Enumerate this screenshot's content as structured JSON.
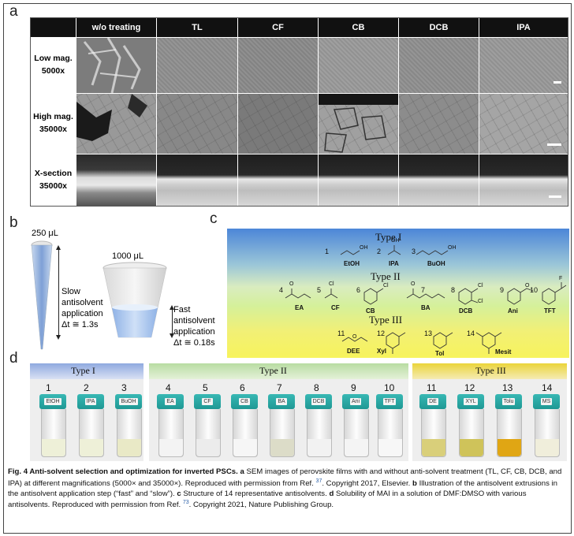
{
  "figure": {
    "panel_letters": [
      "a",
      "b",
      "c",
      "d"
    ]
  },
  "panel_a": {
    "columns": [
      "w/o treating",
      "TL",
      "CF",
      "CB",
      "DCB",
      "IPA"
    ],
    "rows": [
      {
        "line1": "Low mag.",
        "line2": "5000x"
      },
      {
        "line1": "High mag.",
        "line2": "35000x"
      },
      {
        "line1": "X-section",
        "line2": "35000x"
      }
    ]
  },
  "panel_b": {
    "small_volume": "250 μL",
    "large_volume": "1000 μL",
    "slow_lines": [
      "Slow",
      "antisolvent",
      "application",
      "Δt ≅ 1.3s"
    ],
    "fast_lines": [
      "Fast",
      "antisolvent",
      "application",
      "Δt ≅ 0.18s"
    ]
  },
  "panel_c": {
    "type_I": "Type I",
    "type_II": "Type II",
    "type_III": "Type III",
    "molecules": [
      {
        "num": "1",
        "name": "EtOH"
      },
      {
        "num": "2",
        "name": "IPA"
      },
      {
        "num": "3",
        "name": "BuOH"
      },
      {
        "num": "4",
        "name": "EA"
      },
      {
        "num": "5",
        "name": "CF"
      },
      {
        "num": "6",
        "name": "CB"
      },
      {
        "num": "7",
        "name": "BA"
      },
      {
        "num": "8",
        "name": "DCB"
      },
      {
        "num": "9",
        "name": "Ani"
      },
      {
        "num": "10",
        "name": "TFT"
      },
      {
        "num": "11",
        "name": "DEE"
      },
      {
        "num": "12",
        "name": "Xyl"
      },
      {
        "num": "13",
        "name": "Tol"
      },
      {
        "num": "14",
        "name": "Mesit"
      }
    ],
    "atom_labels": {
      "oh": "OH",
      "o": "O",
      "cl": "Cl",
      "f": "F"
    }
  },
  "panel_d": {
    "type_I": "Type I",
    "type_II": "Type II",
    "type_III": "Type III",
    "vials": [
      {
        "num": "1",
        "cap": "EtOH"
      },
      {
        "num": "2",
        "cap": "IPA"
      },
      {
        "num": "3",
        "cap": "BuOH"
      },
      {
        "num": "4",
        "cap": "EA"
      },
      {
        "num": "5",
        "cap": "CF"
      },
      {
        "num": "6",
        "cap": "CB"
      },
      {
        "num": "7",
        "cap": "BA"
      },
      {
        "num": "8",
        "cap": "DCB"
      },
      {
        "num": "9",
        "cap": "Ani"
      },
      {
        "num": "10",
        "cap": "TFT"
      },
      {
        "num": "11",
        "cap": "DE"
      },
      {
        "num": "12",
        "cap": "XYL"
      },
      {
        "num": "13",
        "cap": "Tolu"
      },
      {
        "num": "14",
        "cap": "MS"
      }
    ]
  },
  "caption": {
    "label": "Fig. 4 Anti-solvent selection and optimization for inverted PSCs.",
    "a_letter": "a",
    "a_text": "SEM images of perovskite films with and without anti-solvent treatment (TL, CF, CB, DCB, and IPA) at different magnifications (5000× and 35000×). Reproduced with permission from Ref.",
    "ref1": "37",
    "a_text2": ". Copyright 2017, Elsevier.",
    "b_letter": "b",
    "b_text": "Illustration of the antisolvent extrusions in the antisolvent application step (“fast” and “slow”).",
    "c_letter": "c",
    "c_text": "Structure of 14 representative antisolvents.",
    "d_letter": "d",
    "d_text": "Solubility of MAI in a solution of DMF:DMSO with various antisolvents. Reproduced with permission from Ref.",
    "ref2": "73",
    "d_text2": ". Copyright 2021, Nature Publishing Group."
  }
}
